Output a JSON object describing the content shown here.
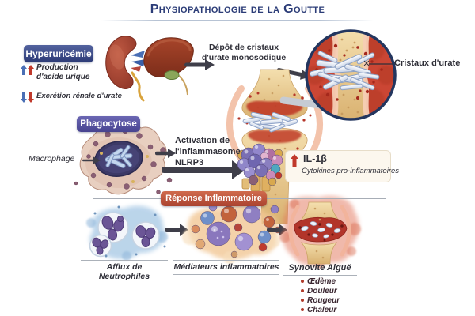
{
  "title": "Physiopathologie de la Goutte",
  "colors": {
    "title_blue": "#2b3c77",
    "hyper_box_blue": "#2c3a76",
    "phago_box_purple": "#474390",
    "response_box_red": "#aa4330",
    "arrow_dark": "#3e3e49",
    "increase_red": "#c0392b",
    "increase_blue": "#4a6fb5",
    "inflamed_red": "#c03a28",
    "bone_tan": "#e9cb90",
    "crystal_blue": "#8fa3c8"
  },
  "sections": {
    "hyperuricemia": {
      "label": "Hyperuricémie",
      "item_up": "Production d'acide urique",
      "item_down": "Excrétion rénale d'urate"
    },
    "deposit": {
      "line1": "Dépôt de cristaux",
      "line2": "d'urate monosodique"
    },
    "crystals_label": "Cristaux d'urate",
    "phagocytosis": {
      "label": "Phagocytose",
      "macrophage_label": "Macrophage",
      "activation_line1": "Activation de",
      "activation_line2": "l'inflammasome",
      "activation_line3": "NLRP3",
      "il1b_label": "IL-1β",
      "cytokines_label": "Cytokines pro-inflammatoires"
    },
    "inflammatory_response": {
      "label": "Réponse Inflammatoire",
      "step1": "Afflux de Neutrophiles",
      "step2": "Médiateurs inflammatoires",
      "step3": "Synovite Aiguë",
      "symptoms": [
        "Œdème",
        "Douleur",
        "Rougeur",
        "Chaleur"
      ]
    }
  }
}
